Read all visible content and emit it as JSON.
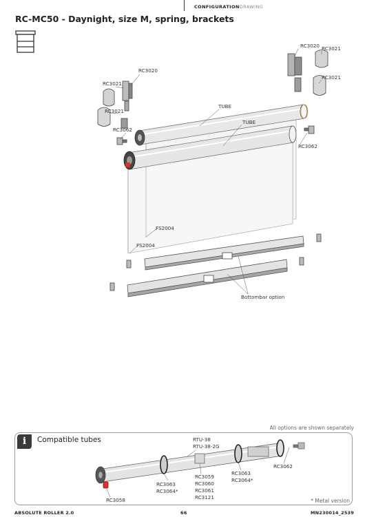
{
  "header": {
    "section_bold": "CONFIGURATION",
    "section_light": "DRAWING"
  },
  "title": "RC-MC50 - Daynight, size M, spring, brackets",
  "labels": {
    "rc3020_left": "RC3020",
    "rc3021_left_top": "RC3021",
    "rc3021_left_bottom": "RC3021",
    "rc3062_left": "RC3062",
    "rc3020_right": "RC3020",
    "rc3021_right_top": "RC3021",
    "rc3021_right_bottom": "RC3021",
    "rc3062_right": "RC3062",
    "tube_back": "TUBE",
    "tube_front": "TUBE",
    "fs2004_back": "FS2004",
    "fs2004_front": "FS2004",
    "bottombar": "Bottombar option"
  },
  "options_note": "All options are shown separately",
  "compatible": {
    "title": "Compatible tubes",
    "icon": "info-icon",
    "labels": {
      "rtu38": "RTU-38",
      "rtu38_2g": "RTU-38-2G",
      "rc3063_a": "RC3063",
      "rc3064_a": "RC3064*",
      "rc3059": "RC3059",
      "rc3060": "RC3060",
      "rc3061": "RC3061",
      "rc3121": "RC3121",
      "rc3063_b": "RC3063",
      "rc3064_b": "RC3064*",
      "rc3062": "RC3062",
      "rc3058": "RC3058"
    },
    "metal_note": "* Metal version"
  },
  "footer": {
    "left": "ABSOLUTE ROLLER 2.0",
    "center": "66",
    "right": "MN230014_2539"
  },
  "colors": {
    "accent_red": "#d8332b",
    "badge_bg": "#3a3a3a",
    "line_gray": "#888888"
  }
}
